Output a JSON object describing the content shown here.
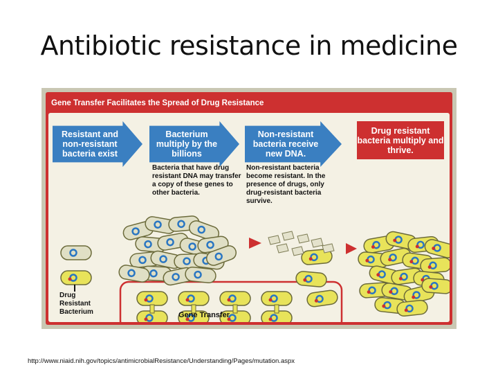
{
  "slide": {
    "title": "Antibiotic resistance in medicine",
    "source": "http://www.niaid.nih.gov/topics/antimicrobialResistance/Understanding/Pages/mutation.aspx"
  },
  "figure": {
    "header": "Gene Transfer Facilitates the Spread of Drug Resistance",
    "steps": [
      "Resistant and non-resistant bacteria exist",
      "Bacterium multiply by the billions",
      "Non-resistant bacteria receive new DNA.",
      "Drug resistant bacteria multiply and thrive."
    ],
    "captions": {
      "transfer": "Bacteria that have drug resistant DNA may transfer a copy of these genes to other bacteria.",
      "survive": "Non-resistant bacteria become resistant. In the presence of drugs, only drug-resistant bacteria survive.",
      "drug_resistant": "Drug Resistant Bacterium",
      "gene_transfer": "Gene Transfer"
    },
    "colors": {
      "frame_red": "#cd3030",
      "arrow_blue": "#3a7fc1",
      "panel": "#f4f1e4",
      "resistant_fill": "#e8e35a",
      "nonresistant_fill": "#e0dfc5",
      "plasmid_blue": "#2a76c2"
    }
  }
}
